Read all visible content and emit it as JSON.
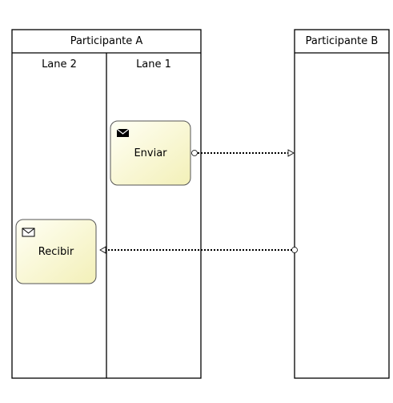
{
  "pools": [
    {
      "title": "Participante A",
      "lanes": [
        "Lane 2",
        "Lane 1"
      ]
    },
    {
      "title": "Participante B"
    }
  ],
  "tasks": [
    {
      "label": "Enviar",
      "type": "send",
      "icon": "envelope-filled-icon"
    },
    {
      "label": "Recibir",
      "type": "receive",
      "icon": "envelope-outline-icon"
    }
  ],
  "message_flows": [
    {
      "from": "Enviar",
      "to": "Participante B"
    },
    {
      "from": "Participante B",
      "to": "Recibir"
    }
  ],
  "colors": {
    "task_fill_top": "#fffff0",
    "task_fill_bottom": "#f6f3c2",
    "task_stroke": "#555555",
    "line": "#000000"
  }
}
